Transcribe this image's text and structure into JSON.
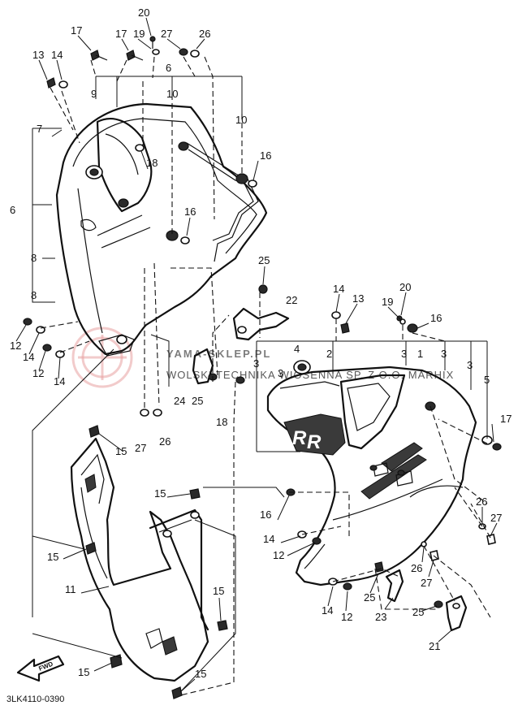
{
  "diagram": {
    "code": "3LK4110-0390",
    "fwd_label": "FWD",
    "decal_text": "R",
    "watermark": {
      "title": "YAMA-SKLEP.PL",
      "subtitle": "WOLSKI TECHNIKA WIOSENNA SP. Z O.O. MARHIX"
    },
    "callouts": [
      {
        "id": "c20a",
        "label": "20"
      },
      {
        "id": "c17a",
        "label": "17"
      },
      {
        "id": "c17b",
        "label": "17"
      },
      {
        "id": "c19a",
        "label": "19"
      },
      {
        "id": "c27a",
        "label": "27"
      },
      {
        "id": "c26a",
        "label": "26"
      },
      {
        "id": "c13a",
        "label": "13"
      },
      {
        "id": "c14a",
        "label": "14"
      },
      {
        "id": "c6a",
        "label": "6"
      },
      {
        "id": "c9",
        "label": "9"
      },
      {
        "id": "c10a",
        "label": "10"
      },
      {
        "id": "c10b",
        "label": "10"
      },
      {
        "id": "c7",
        "label": "7"
      },
      {
        "id": "c18a",
        "label": "18"
      },
      {
        "id": "c16a",
        "label": "16"
      },
      {
        "id": "c6b",
        "label": "6"
      },
      {
        "id": "c16b",
        "label": "16"
      },
      {
        "id": "c8a",
        "label": "8"
      },
      {
        "id": "c8b",
        "label": "8"
      },
      {
        "id": "c25a",
        "label": "25"
      },
      {
        "id": "c12a",
        "label": "12"
      },
      {
        "id": "c14b",
        "label": "14"
      },
      {
        "id": "c12b",
        "label": "12"
      },
      {
        "id": "c14c",
        "label": "14"
      },
      {
        "id": "c14d",
        "label": "14"
      },
      {
        "id": "c13b",
        "label": "13"
      },
      {
        "id": "c20b",
        "label": "20"
      },
      {
        "id": "c19b",
        "label": "19"
      },
      {
        "id": "c16c",
        "label": "16"
      },
      {
        "id": "c22",
        "label": "22"
      },
      {
        "id": "c4",
        "label": "4"
      },
      {
        "id": "c2",
        "label": "2"
      },
      {
        "id": "c3a",
        "label": "3"
      },
      {
        "id": "c3b",
        "label": "3"
      },
      {
        "id": "c3c",
        "label": "3"
      },
      {
        "id": "c3d",
        "label": "3"
      },
      {
        "id": "c3e",
        "label": "3"
      },
      {
        "id": "c1",
        "label": "1"
      },
      {
        "id": "c5",
        "label": "5"
      },
      {
        "id": "c24",
        "label": "24"
      },
      {
        "id": "c25b",
        "label": "25"
      },
      {
        "id": "c18b",
        "label": "18"
      },
      {
        "id": "c17c",
        "label": "17"
      },
      {
        "id": "c27b",
        "label": "27"
      },
      {
        "id": "c26b",
        "label": "26"
      },
      {
        "id": "c15a",
        "label": "15"
      },
      {
        "id": "c15b",
        "label": "15"
      },
      {
        "id": "c16d",
        "label": "16"
      },
      {
        "id": "c26c",
        "label": "26"
      },
      {
        "id": "c27c",
        "label": "27"
      },
      {
        "id": "c14e",
        "label": "14"
      },
      {
        "id": "c12c",
        "label": "12"
      },
      {
        "id": "c15c",
        "label": "15"
      },
      {
        "id": "c11",
        "label": "11"
      },
      {
        "id": "c26d",
        "label": "26"
      },
      {
        "id": "c27d",
        "label": "27"
      },
      {
        "id": "c15d",
        "label": "15"
      },
      {
        "id": "c25c",
        "label": "25"
      },
      {
        "id": "c14f",
        "label": "14"
      },
      {
        "id": "c12d",
        "label": "12"
      },
      {
        "id": "c23",
        "label": "23"
      },
      {
        "id": "c25d",
        "label": "25"
      },
      {
        "id": "c21",
        "label": "21"
      },
      {
        "id": "c15e",
        "label": "15"
      },
      {
        "id": "c15f",
        "label": "15"
      }
    ]
  }
}
